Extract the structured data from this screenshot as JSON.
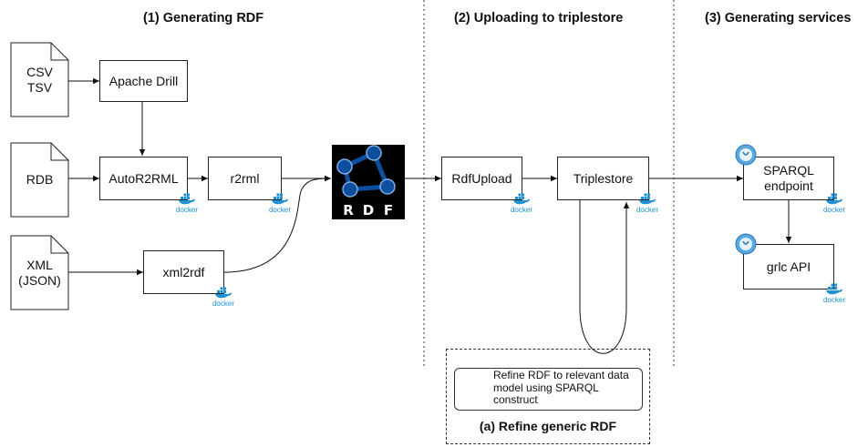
{
  "sections": {
    "generating_rdf": "(1) Generating RDF",
    "uploading": "(2) Uploading to triplestore",
    "generating_services": "(3) Generating services"
  },
  "sources": {
    "csv_tsv": [
      "CSV",
      "TSV"
    ],
    "rdb": "RDB",
    "xml_json": [
      "XML",
      "(JSON)"
    ]
  },
  "tools": {
    "apache_drill": "Apache Drill",
    "autor2rml": "AutoR2RML",
    "r2rml": "r2rml",
    "xml2rdf": "xml2rdf",
    "rdfupload": "RdfUpload",
    "triplestore": "Triplestore"
  },
  "rdf_logo": {
    "letters": [
      "R",
      "D",
      "F"
    ]
  },
  "services": {
    "sparql": [
      "SPARQL",
      "endpoint"
    ],
    "grlc": "grlc API"
  },
  "docker_label": "docker",
  "refine": {
    "text": [
      "Refine RDF to relevant data",
      "model using SPARQL",
      "construct"
    ],
    "title": "(a) Refine generic RDF"
  },
  "colors": {
    "docker_blue": "#1d91d6",
    "rdf_blue": "#0d4f9e",
    "logo_black": "#000000",
    "grlc_blue": "#5aa8e0",
    "gear_orange": "#f0a020"
  }
}
